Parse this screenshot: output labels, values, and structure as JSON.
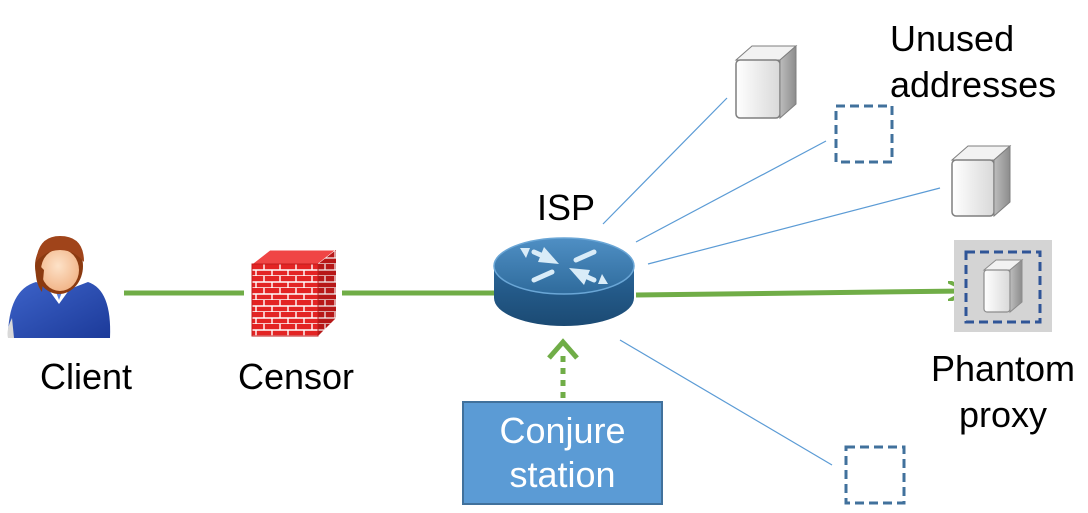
{
  "labels": {
    "client": "Client",
    "censor": "Censor",
    "isp": "ISP",
    "unused": [
      "Unused",
      "addresses"
    ],
    "phantom": [
      "Phantom",
      "proxy"
    ],
    "conjure": [
      "Conjure",
      "station"
    ]
  },
  "colors": {
    "connection": "#70ad47",
    "unused_link": "#5b9bd5",
    "router": "#2e6f9e",
    "firewall": "#e02020",
    "conjure_box": "#5b9bd5",
    "unused_box": "#41719c"
  },
  "icons": {
    "client": "user-icon",
    "censor": "firewall-icon",
    "isp": "router-icon",
    "servers": "server-icon"
  }
}
